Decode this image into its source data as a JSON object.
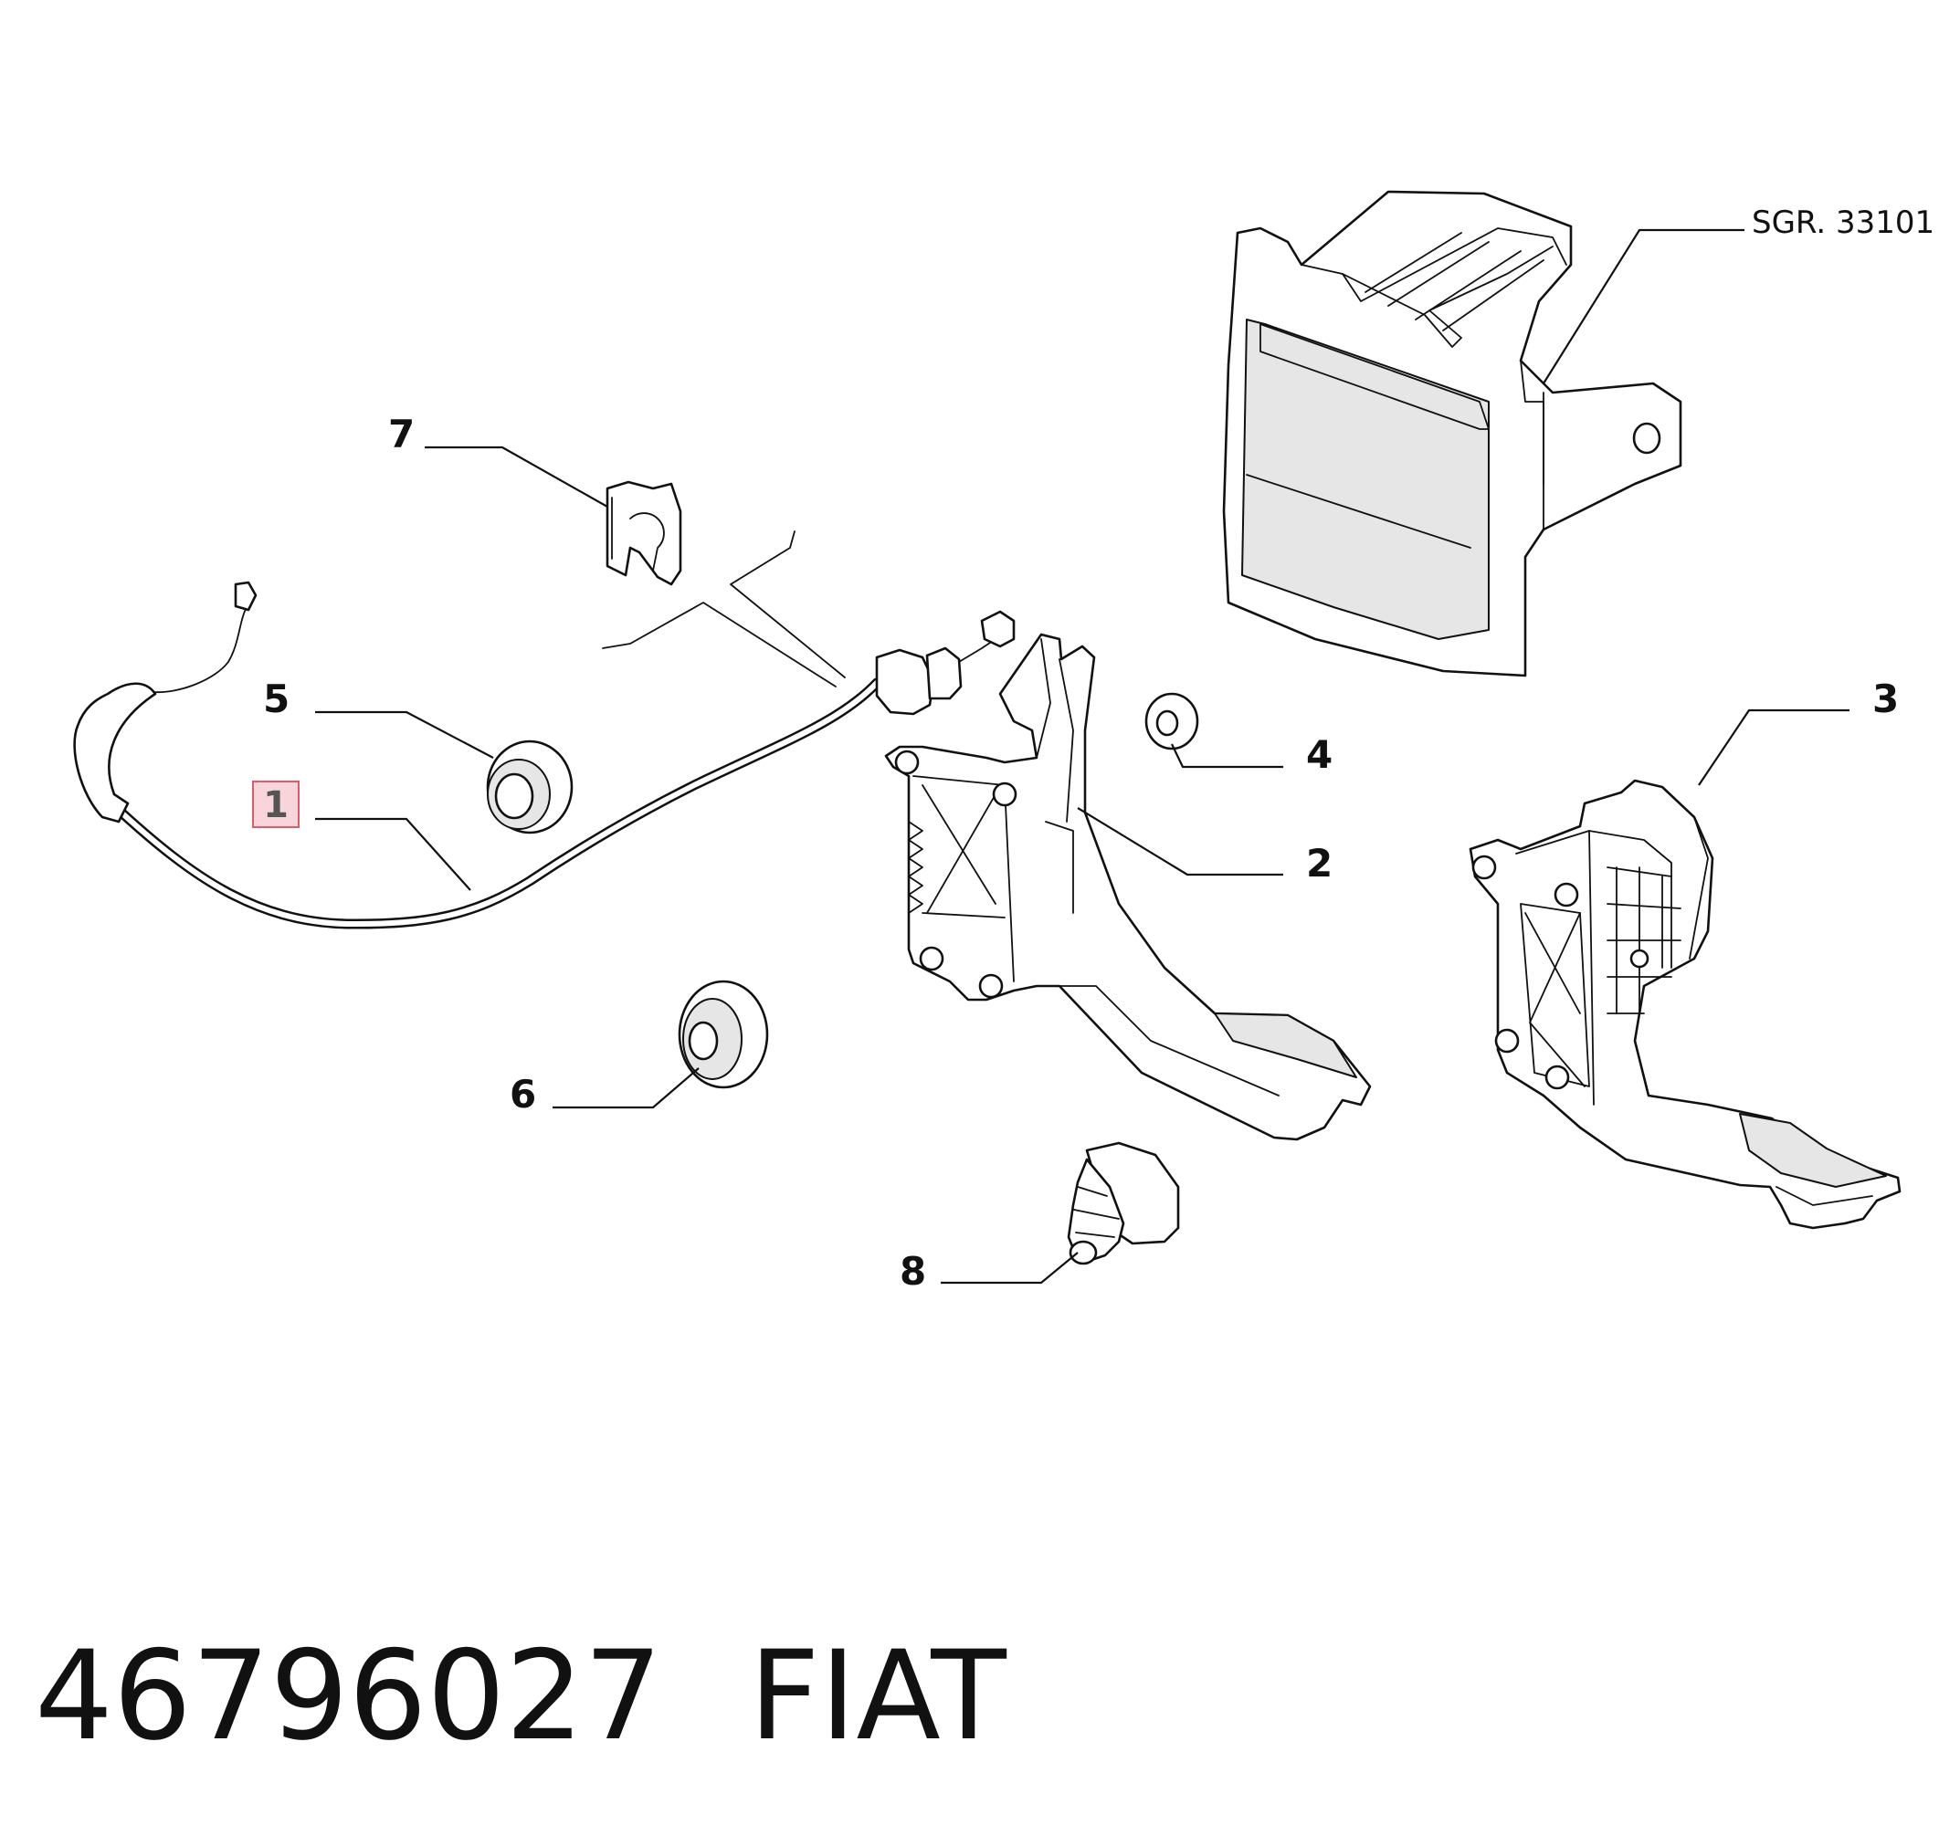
{
  "callouts": {
    "c1": "1",
    "c2": "2",
    "c3": "3",
    "c4": "4",
    "c5": "5",
    "c6": "6",
    "c7": "7",
    "c8": "8",
    "ref": "SGR. 33101"
  },
  "footer": {
    "part_number": "46796027",
    "brand": "FIAT"
  },
  "highlight_color": "#f8d5da"
}
